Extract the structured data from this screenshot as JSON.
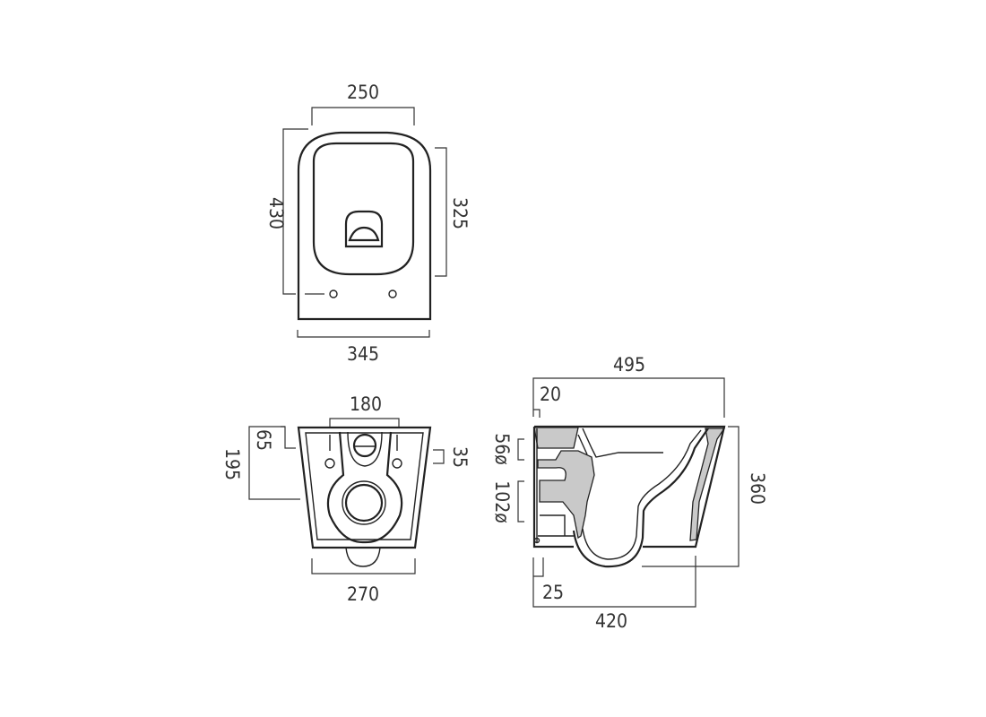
{
  "drawing": {
    "top_view": {
      "width_inner": "250",
      "length": "430",
      "inner_length": "325",
      "width_outer": "345"
    },
    "front_view": {
      "fixing_centres": "180",
      "height_upper": "65",
      "height_total": "195",
      "offset_right": "35",
      "width_bottom": "270"
    },
    "side_view": {
      "projection": "495",
      "top_offset": "20",
      "inlet": "56ø",
      "outlet": "102ø",
      "height": "360",
      "bottom_offset": "25",
      "depth": "420"
    },
    "colors": {
      "line": "#222222",
      "section_fill": "#c9c9c9"
    }
  }
}
